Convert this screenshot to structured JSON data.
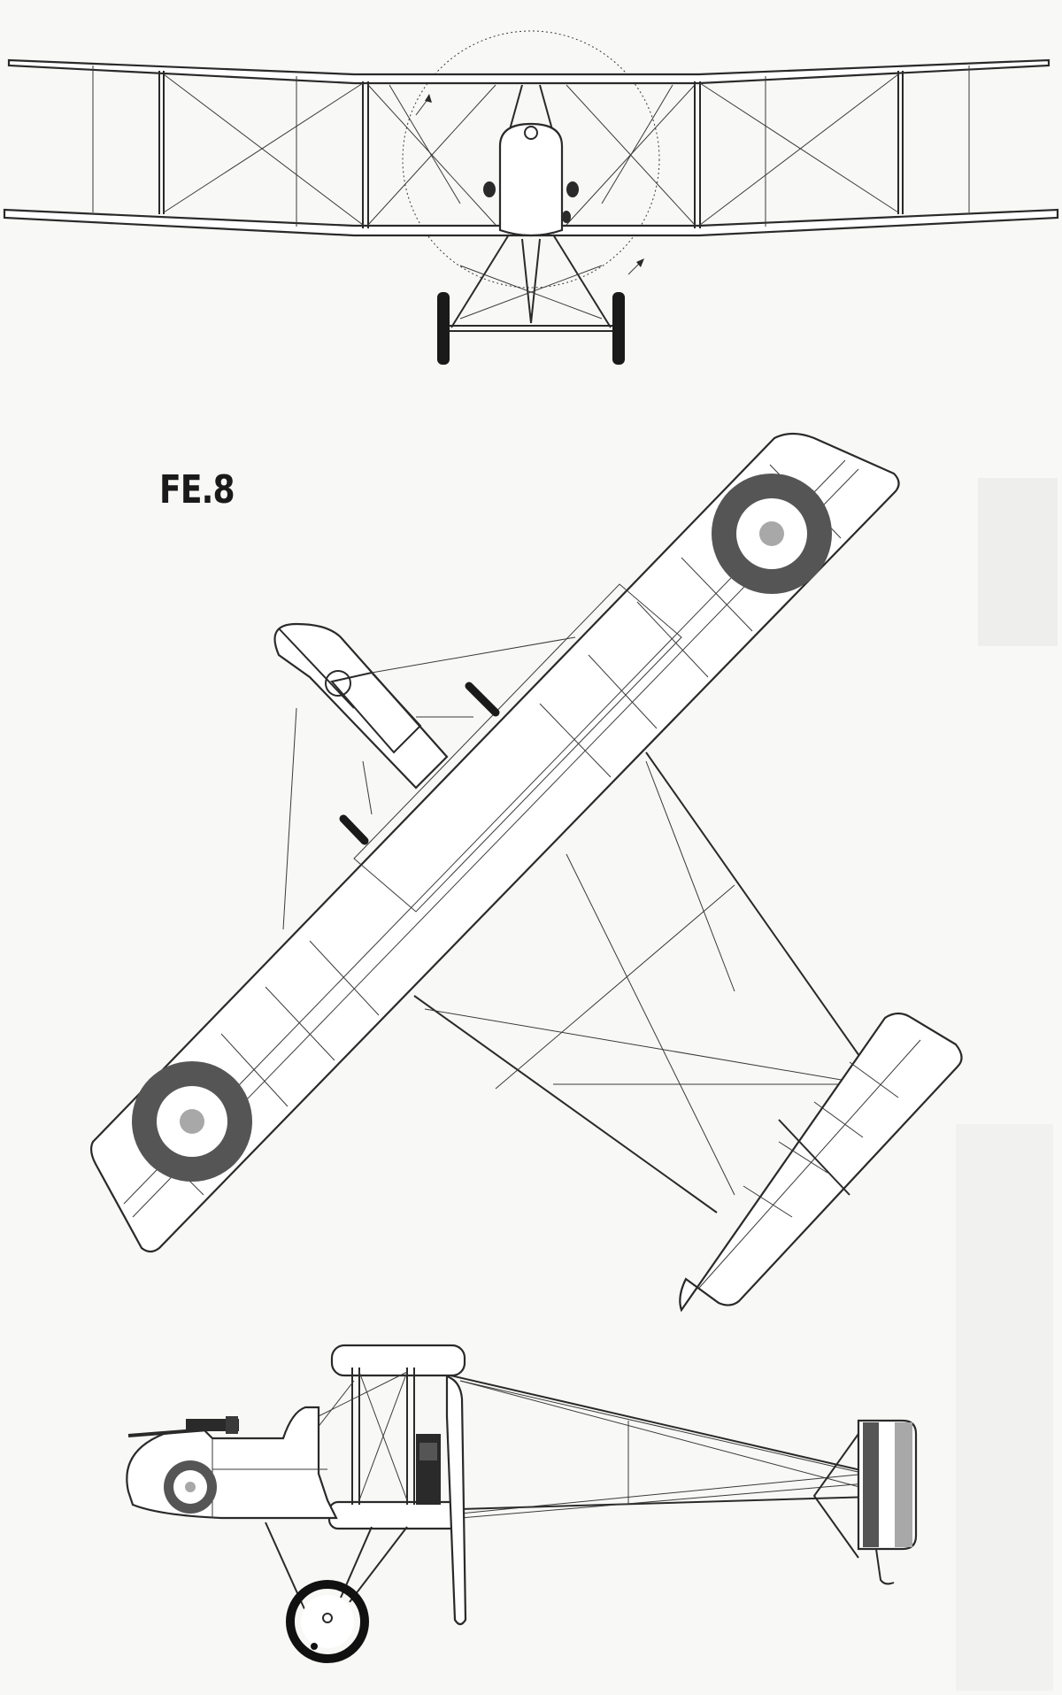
{
  "title": "FE.8",
  "colors": {
    "roundel_outer": "#555555",
    "roundel_middle": "#ffffff",
    "roundel_center": "#a8a8a8",
    "line": "#2a2a2a",
    "background": "#f8f8f6"
  },
  "views": [
    "front",
    "top",
    "side"
  ]
}
